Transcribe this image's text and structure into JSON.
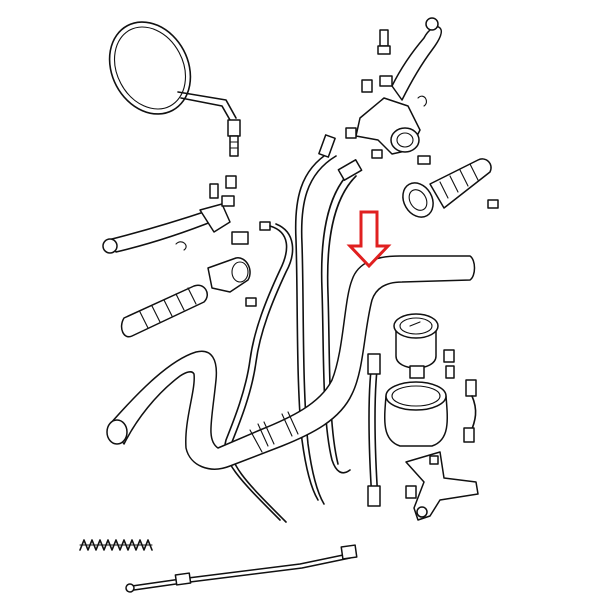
{
  "diagram": {
    "colors": {
      "line": "#111111",
      "background": "#ffffff",
      "highlight_arrow": "#e02020"
    },
    "parts": [
      "mirror",
      "clutch-lever",
      "brake-lever",
      "throttle-grip",
      "left-grip",
      "handlebar",
      "speedometer",
      "speedometer-cup",
      "speedometer-bracket",
      "speedometer-cable",
      "throttle-cable",
      "clutch-cable",
      "spring",
      "choke-cable",
      "highlight-arrow"
    ]
  }
}
